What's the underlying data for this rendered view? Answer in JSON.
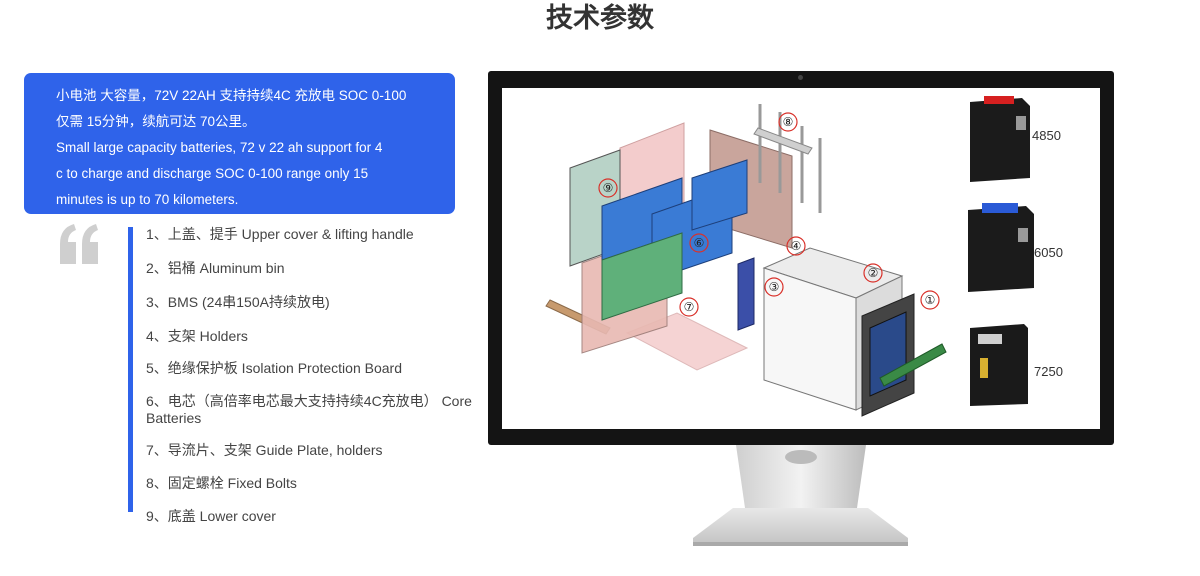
{
  "title": "技术参数",
  "intro": {
    "lines": [
      "小电池 大容量，72V 22AH 支持持续4C 充放电  SOC 0-100",
      "仅需 15分钟，续航可达 70公里。",
      "Small large capacity batteries, 72 v 22 ah support for 4",
      "c to charge and discharge SOC 0-100 range only 15",
      "minutes is up to 70 kilometers."
    ]
  },
  "components": [
    "1、上盖、提手 Upper cover & lifting handle",
    "2、铝桶 Aluminum bin",
    "3、BMS (24串150A持续放电)",
    "4、支架 Holders",
    "5、绝缘保护板 Isolation Protection Board",
    "6、电芯（高倍率电芯最大支持持续4C充放电） Core Batteries",
    "7、导流片、支架  Guide Plate, holders",
    "8、固定螺栓 Fixed Bolts",
    "9、底盖 Lower cover"
  ],
  "diagram": {
    "callouts": [
      "①",
      "②",
      "③",
      "④",
      "⑥",
      "⑦",
      "⑧",
      "⑨"
    ],
    "models": [
      "4850",
      "6050",
      "7250"
    ]
  },
  "colors": {
    "accent": "#2f63ea",
    "monitor_frame": "#141414",
    "callout_red": "#d9312a",
    "battery_cell": "#3a7bd5"
  }
}
